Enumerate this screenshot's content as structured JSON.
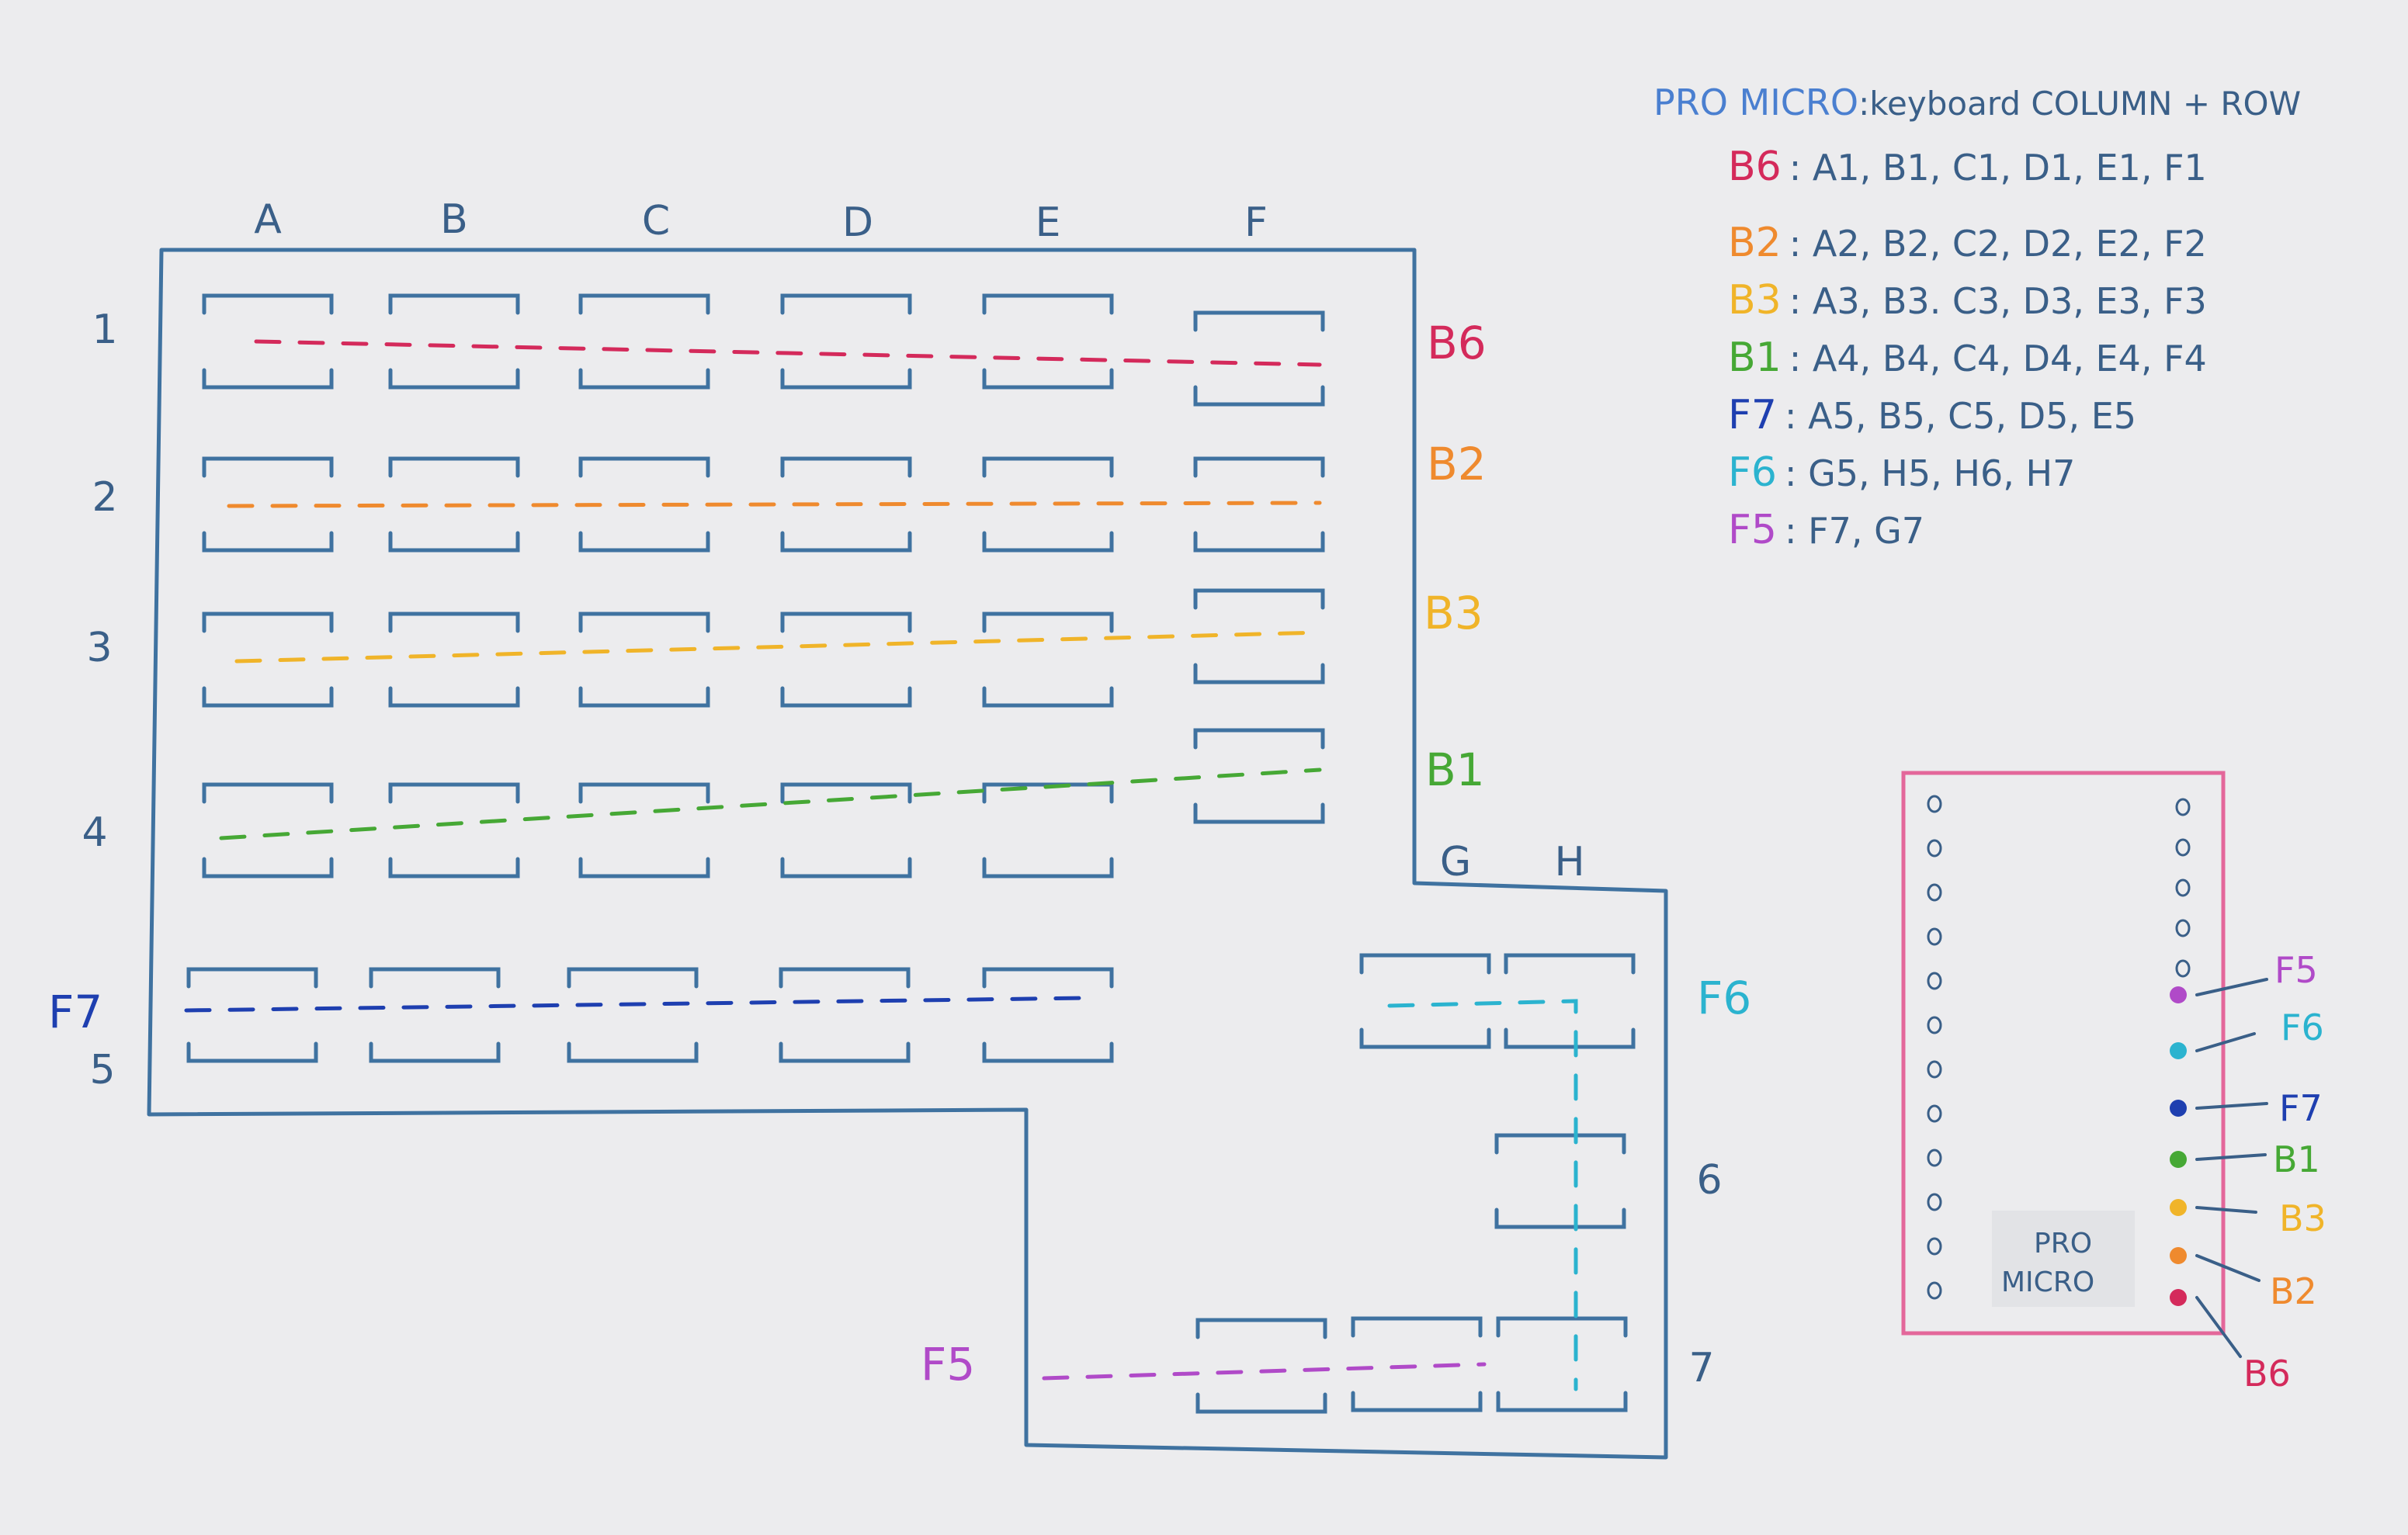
{
  "colors": {
    "outline": "#3f72a0",
    "B6": "#d42a5b",
    "B2": "#ef8a2e",
    "B3": "#f0b429",
    "B1": "#46a835",
    "F7": "#1e3fb0",
    "F6": "#2bb3cf",
    "F5": "#b04ac8",
    "legend_title": "#4a7fd0",
    "board": "#e3679a",
    "hole": "#3a5f88",
    "text_dark": "#3a5f88"
  },
  "column_labels": [
    "A",
    "B",
    "C",
    "D",
    "E",
    "F",
    "G",
    "H"
  ],
  "row_labels": [
    "1",
    "2",
    "3",
    "4",
    "5",
    "6",
    "7"
  ],
  "row_pin_labels": {
    "row1": "B6",
    "row2": "B2",
    "row3": "B3",
    "row4": "B1",
    "row5_left": "F7",
    "row5_right": "F6",
    "row7_left": "F5"
  },
  "legend": {
    "title_part1": "PRO MICRO",
    "title_part2": ":keyboard COLUMN + ROW",
    "rows": [
      {
        "pin": "B6",
        "keys": ": A1, B1, C1, D1, E1, F1"
      },
      {
        "pin": "B2",
        "keys": ": A2, B2, C2, D2, E2, F2"
      },
      {
        "pin": "B3",
        "keys": ": A3, B3. C3, D3, E3, F3"
      },
      {
        "pin": "B1",
        "keys": ": A4, B4, C4, D4, E4, F4"
      },
      {
        "pin": "F7",
        "keys": ": A5, B5, C5, D5, E5"
      },
      {
        "pin": "F6",
        "keys": ": G5, H5, H6, H7"
      },
      {
        "pin": "F5",
        "keys": ": F7, G7"
      }
    ]
  },
  "pro_micro": {
    "label_line1": "PRO",
    "label_line2": "MICRO",
    "pins": [
      {
        "pin": "F5",
        "color": "F5"
      },
      {
        "pin": "F6",
        "color": "F6"
      },
      {
        "pin": "F7",
        "color": "F7"
      },
      {
        "pin": "B1",
        "color": "B1"
      },
      {
        "pin": "B3",
        "color": "B3"
      },
      {
        "pin": "B2",
        "color": "B2"
      },
      {
        "pin": "B6",
        "color": "B6"
      }
    ]
  }
}
